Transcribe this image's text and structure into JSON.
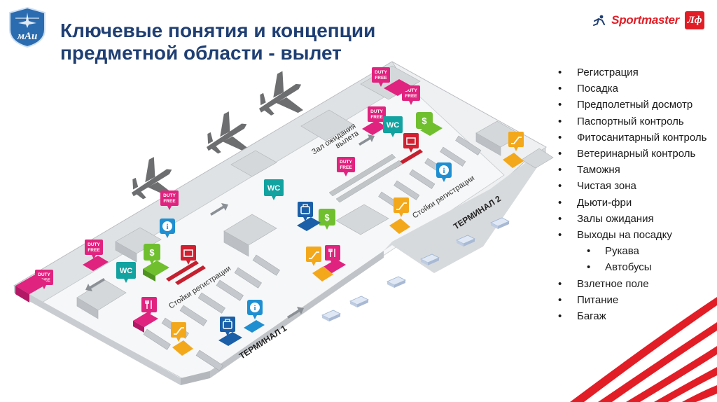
{
  "title": {
    "line1": "Ключевые понятия и концепции",
    "line2": "предметной области - вылет"
  },
  "logo": {
    "text": "мАи",
    "icon": "mai-shield-logo"
  },
  "brand": {
    "name": "Sportmaster",
    "badge": "Лф",
    "color": "#e21d26"
  },
  "bullets": [
    {
      "text": "Регистрация",
      "level": 1
    },
    {
      "text": "Посадка",
      "level": 1
    },
    {
      "text": "Предполетный досмотр",
      "level": 1
    },
    {
      "text": "Паспортный контроль",
      "level": 1
    },
    {
      "text": "Фитосанитарный контроль",
      "level": 1
    },
    {
      "text": "Ветеринарный контроль",
      "level": 1
    },
    {
      "text": "Таможня",
      "level": 1
    },
    {
      "text": "Чистая зона",
      "level": 1
    },
    {
      "text": "Дьюти-фри",
      "level": 1
    },
    {
      "text": "Залы ожидания",
      "level": 1
    },
    {
      "text": "Выходы на посадку",
      "level": 1
    },
    {
      "text": "Рукава",
      "level": 2
    },
    {
      "text": "Автобусы",
      "level": 2
    },
    {
      "text": "Взлетное поле",
      "level": 1
    },
    {
      "text": "Питание",
      "level": 1
    },
    {
      "text": "Багаж",
      "level": 1
    }
  ],
  "map": {
    "labels": {
      "waiting_hall_1": "Зал ожидания",
      "waiting_hall_2": "вылета",
      "checkin_1": "Стойки регистрации",
      "checkin_2": "Стойки регистрации",
      "terminal_1": "ТЕРМИНАЛ 1",
      "terminal_2": "ТЕРМИНАЛ 2",
      "duty_free_1": "DUTY",
      "duty_free_2": "FREE",
      "wc": "WC",
      "info": "i"
    },
    "colors": {
      "duty_free": "#e0237f",
      "wc": "#12a2a0",
      "info": "#1f8fd1",
      "exchange": "#6fbf2f",
      "food": "#e0237f",
      "escalator": "#f3a81b",
      "customs": "#d32030",
      "baggage": "#1a5fa8"
    }
  }
}
